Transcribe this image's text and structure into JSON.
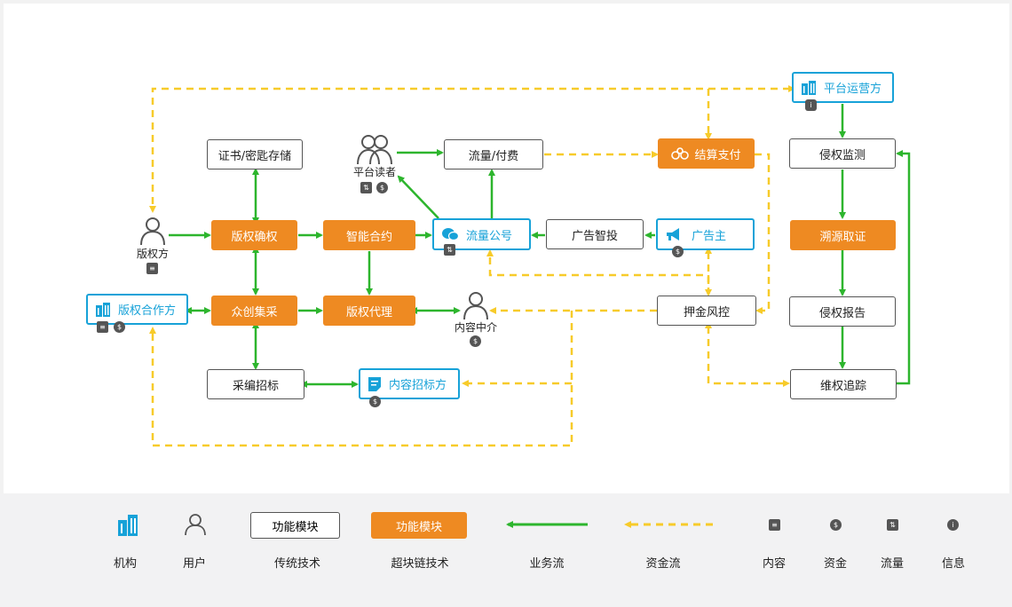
{
  "nodes": {
    "cert_storage": "证书/密匙存储",
    "copyright_owner": "版权方",
    "copyright_confirm": "版权确权",
    "smart_contract": "智能合约",
    "platform_reader": "平台读者",
    "traffic_fee": "流量/付费",
    "traffic_account": "流量公号",
    "ad_smart": "广告智投",
    "advertiser": "广告主",
    "settlement": "结算支付",
    "platform_operator": "平台运营方",
    "infringement_monitor": "侵权监测",
    "trace_evidence": "溯源取证",
    "infringement_report": "侵权报告",
    "rights_tracking": "维权追踪",
    "copyright_partner": "版权合作方",
    "crowd_collect": "众创集采",
    "copyright_agent": "版权代理",
    "content_broker": "内容中介",
    "deposit_risk": "押金风控",
    "editorial_bid": "采编招标",
    "content_bidder": "内容招标方"
  },
  "legend": {
    "institution": "机构",
    "user": "用户",
    "module_label": "功能模块",
    "traditional": "传统技术",
    "blockchain": "超块链技术",
    "business_flow": "业务流",
    "fund_flow": "资金流",
    "content": "内容",
    "fund": "资金",
    "traffic": "流量",
    "info": "信息"
  },
  "icons": {
    "content": "content-icon",
    "fund": "fund-icon",
    "traffic": "traffic-icon",
    "info": "info-icon"
  },
  "colors": {
    "business_flow": "#2db52d",
    "fund_flow": "#f7cb2a",
    "chain_module": "#ee8a22",
    "institution": "#17a2d8"
  }
}
